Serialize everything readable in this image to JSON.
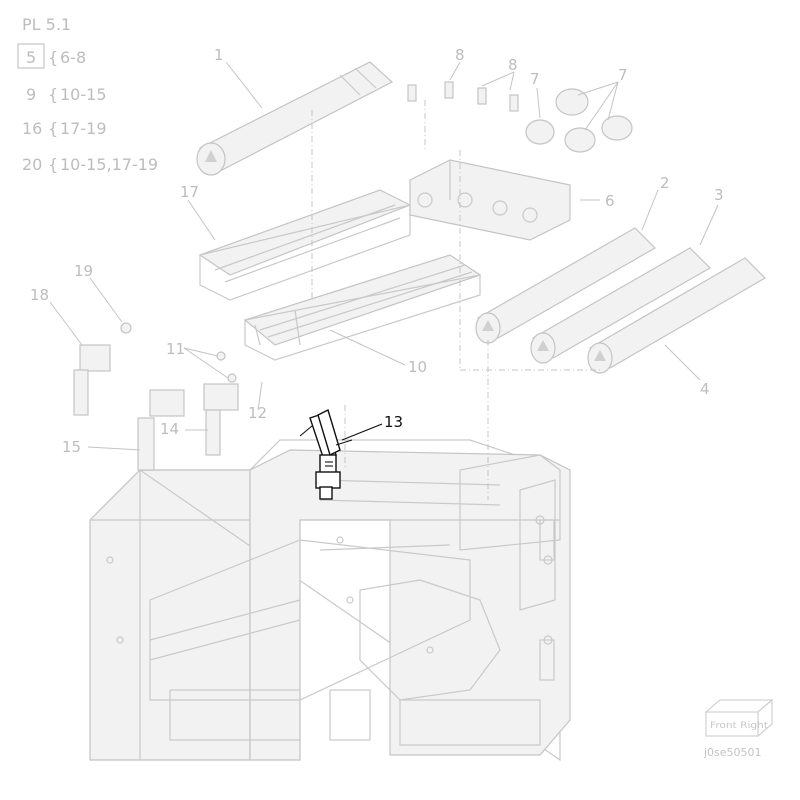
{
  "header": {
    "plate": "PL 5.1"
  },
  "legend": [
    {
      "key": "5",
      "boxed": true,
      "range": "6-8"
    },
    {
      "key": "9",
      "boxed": false,
      "range": "10-15"
    },
    {
      "key": "16",
      "boxed": false,
      "range": "17-19"
    },
    {
      "key": "20",
      "boxed": false,
      "range": "10-15,17-19"
    }
  ],
  "callouts": {
    "c1": "1",
    "c2": "2",
    "c3": "3",
    "c4": "4",
    "c6": "6",
    "c7a": "7",
    "c7b": "7",
    "c8a": "8",
    "c8b": "8",
    "c10": "10",
    "c11": "11",
    "c12": "12",
    "c13": "13",
    "c14": "14",
    "c15": "15",
    "c17": "17",
    "c18": "18",
    "c19": "19"
  },
  "highlight_part": "13",
  "stamp": "Front Right",
  "figure_id": "j0se50501"
}
